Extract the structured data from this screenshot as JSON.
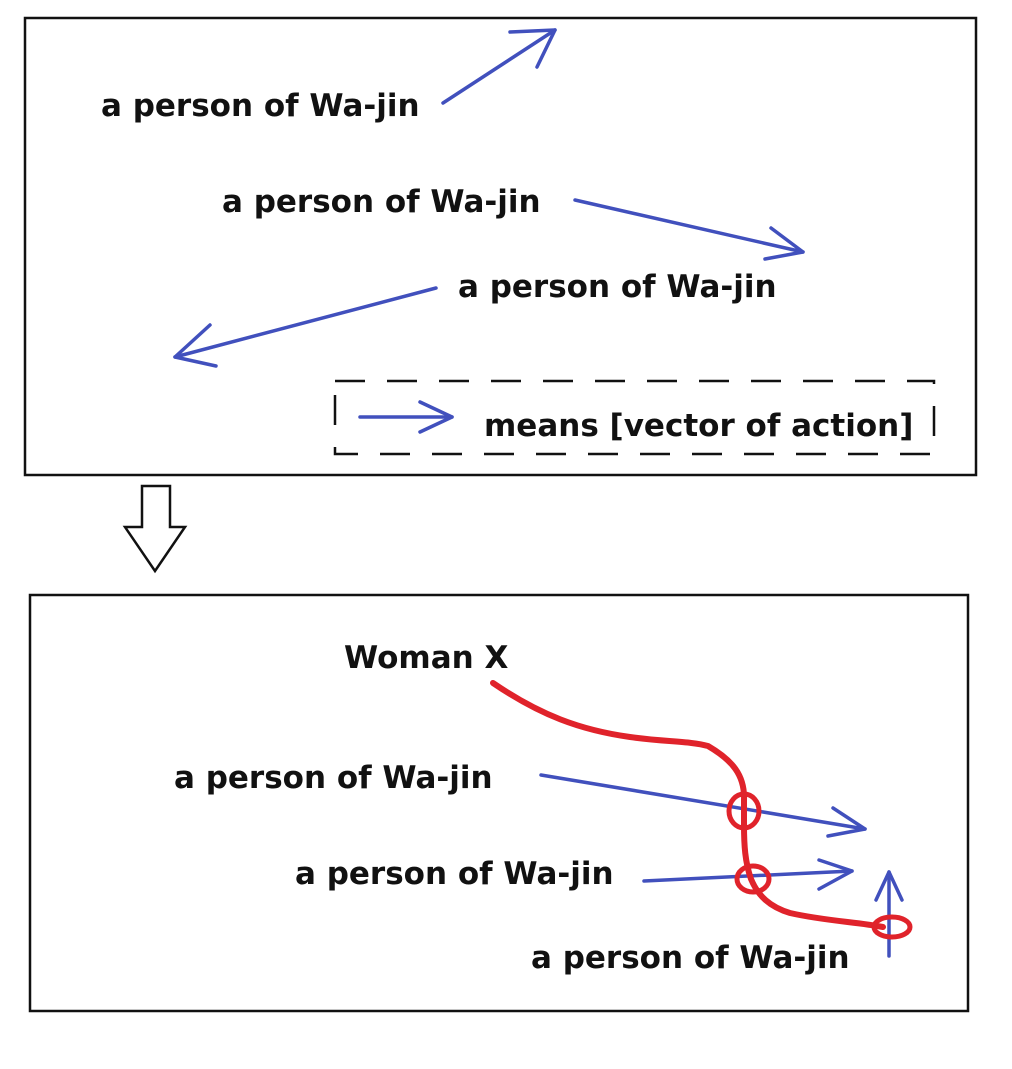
{
  "colors": {
    "vector": "#4150bd",
    "woman_path": "#e0232b",
    "frame": "#111111",
    "text": "#111111"
  },
  "top_panel": {
    "labels": [
      "a person of Wa-jin",
      "a person of Wa-jin",
      "a person of Wa-jin"
    ],
    "legend": {
      "text": "means [vector of action]"
    }
  },
  "transition": {
    "icon": "down-arrow-icon"
  },
  "bottom_panel": {
    "woman_label": "Woman X",
    "labels": [
      "a person of Wa-jin",
      "a person of Wa-jin",
      "a person of Wa-jin"
    ]
  }
}
